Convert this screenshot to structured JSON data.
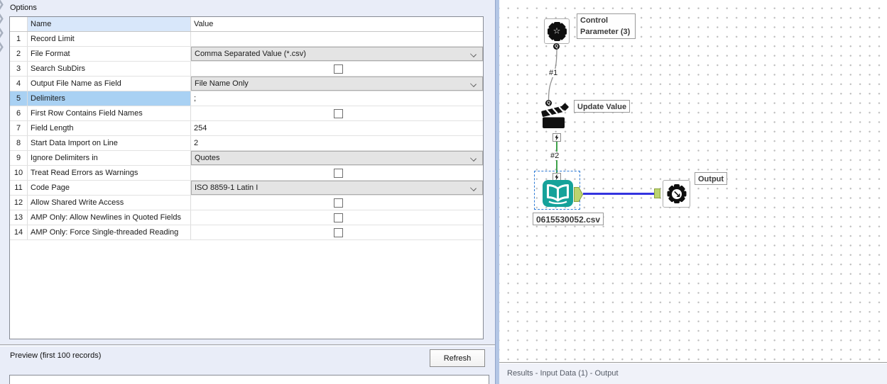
{
  "options_panel": {
    "title": "Options",
    "columns": {
      "name": "Name",
      "value": "Value"
    },
    "rows": [
      {
        "num": "1",
        "name": "Record Limit",
        "type": "empty",
        "value": ""
      },
      {
        "num": "2",
        "name": "File Format",
        "type": "dropdown",
        "value": "Comma Separated Value (*.csv)"
      },
      {
        "num": "3",
        "name": "Search SubDirs",
        "type": "checkbox",
        "checked": false
      },
      {
        "num": "4",
        "name": "Output File Name as Field",
        "type": "dropdown",
        "value": "File Name Only"
      },
      {
        "num": "5",
        "name": "Delimiters",
        "type": "text",
        "value": ";",
        "selected": true
      },
      {
        "num": "6",
        "name": "First Row Contains Field Names",
        "type": "checkbox",
        "checked": false
      },
      {
        "num": "7",
        "name": "Field Length",
        "type": "text",
        "value": "254"
      },
      {
        "num": "8",
        "name": "Start Data Import on Line",
        "type": "text",
        "value": "2"
      },
      {
        "num": "9",
        "name": "Ignore Delimiters in",
        "type": "dropdown",
        "value": "Quotes"
      },
      {
        "num": "10",
        "name": "Treat Read Errors as Warnings",
        "type": "checkbox",
        "checked": false
      },
      {
        "num": "11",
        "name": "Code Page",
        "type": "dropdown",
        "value": "ISO 8859-1 Latin I"
      },
      {
        "num": "12",
        "name": "Allow Shared Write Access",
        "type": "checkbox",
        "checked": false
      },
      {
        "num": "13",
        "name": "AMP Only: Allow Newlines in Quoted Fields",
        "type": "checkbox",
        "checked": false
      },
      {
        "num": "14",
        "name": "AMP Only: Force Single-threaded Reading",
        "type": "checkbox",
        "checked": false
      }
    ],
    "preview_label": "Preview (first 100 records)",
    "refresh_button": "Refresh"
  },
  "canvas": {
    "tools": [
      {
        "id": "control-parameter",
        "label": "Control Parameter (3)"
      },
      {
        "id": "update-value",
        "label": "Update Value"
      },
      {
        "id": "input-data",
        "label": "0615530052.csv",
        "selected": true
      },
      {
        "id": "macro-output",
        "label": "Output"
      }
    ],
    "connections": [
      {
        "label": "#1"
      },
      {
        "label": "#2"
      },
      {
        "label": ""
      }
    ]
  },
  "results_bar": {
    "title": "Results - Input Data (1) - Output"
  },
  "colors": {
    "accent_teal": "#16A29A",
    "selection_blue": "#A9D1F3",
    "header_blue": "#D8E7FA",
    "panel_lavender": "#E9EDF8",
    "connection_blue": "#3434DF",
    "connection_green": "#3FA24B",
    "anchor_green": "#BCD46F",
    "selection_dash_blue": "#2E7BD6"
  }
}
